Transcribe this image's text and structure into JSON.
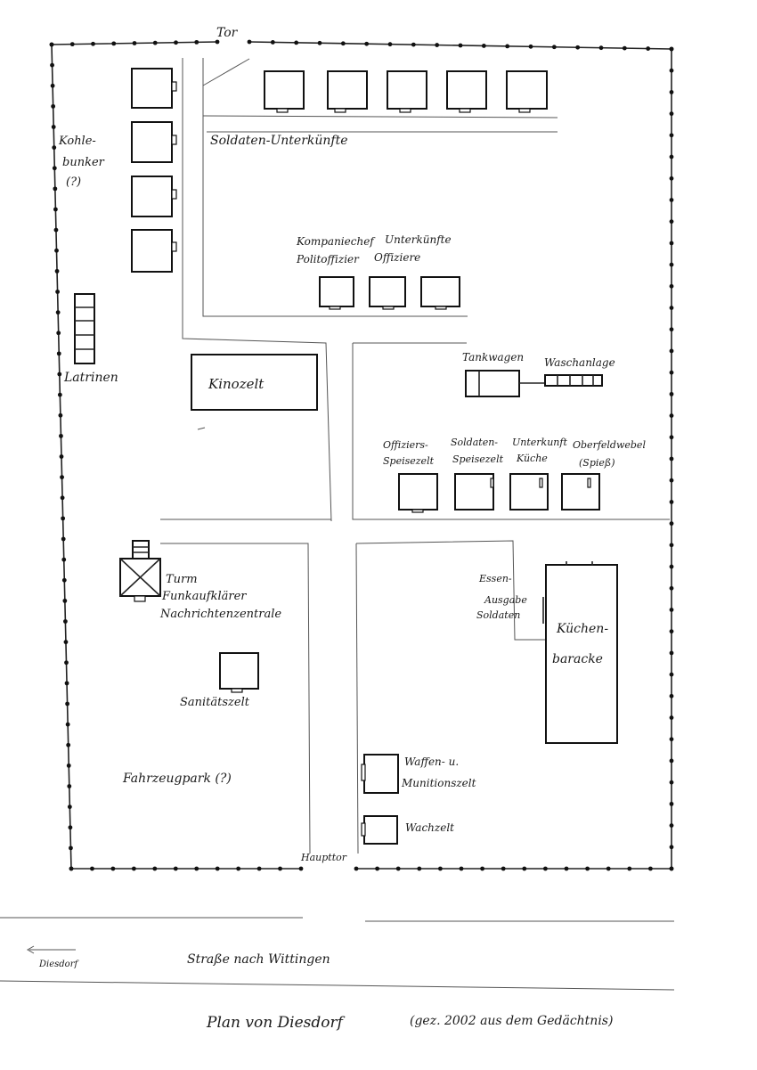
{
  "labels": {
    "gate": "Tor",
    "coal": [
      "Kohle-",
      "bunker",
      "(?)"
    ],
    "latrines": "Latrinen",
    "soldier_quarters": "Soldaten-Unterkünfte",
    "officers": [
      "Kompaniechef",
      "Politoffizier",
      "Unterkünfte",
      "Offiziere"
    ],
    "cinema": "Kinozelt",
    "tanker": "Tankwagen",
    "washing": "Waschanlage",
    "mess_off": [
      "Offiziers-",
      "Speisezelt"
    ],
    "mess_sol": [
      "Soldaten-",
      "Speisezelt"
    ],
    "kitchen_q": [
      "Unterkunft",
      "Küche"
    ],
    "sergeant": [
      "Oberfeldwebel",
      "(Spieß)"
    ],
    "tower": [
      "Turm",
      "Funkaufklärer",
      "Nachrichtenzentrale"
    ],
    "food": [
      "Essen-",
      "Ausgabe",
      "Soldaten"
    ],
    "kitchen_barrack": [
      "Küchen-",
      "baracke"
    ],
    "medical": "Sanitätszelt",
    "vehicles": "Fahrzeugpark (?)",
    "weapons": [
      "Waffen- u.",
      "Munitionszelt"
    ],
    "guard": "Wachzelt",
    "main_gate": "Haupttor",
    "direction": "Diesdorf",
    "road": "Straße nach Wittingen",
    "caption": "Plan von Diesdorf",
    "note": "(gez. 2002 aus dem Gedächtnis)"
  },
  "colors": {
    "ink": "#111111",
    "paper": "#ffffff"
  }
}
